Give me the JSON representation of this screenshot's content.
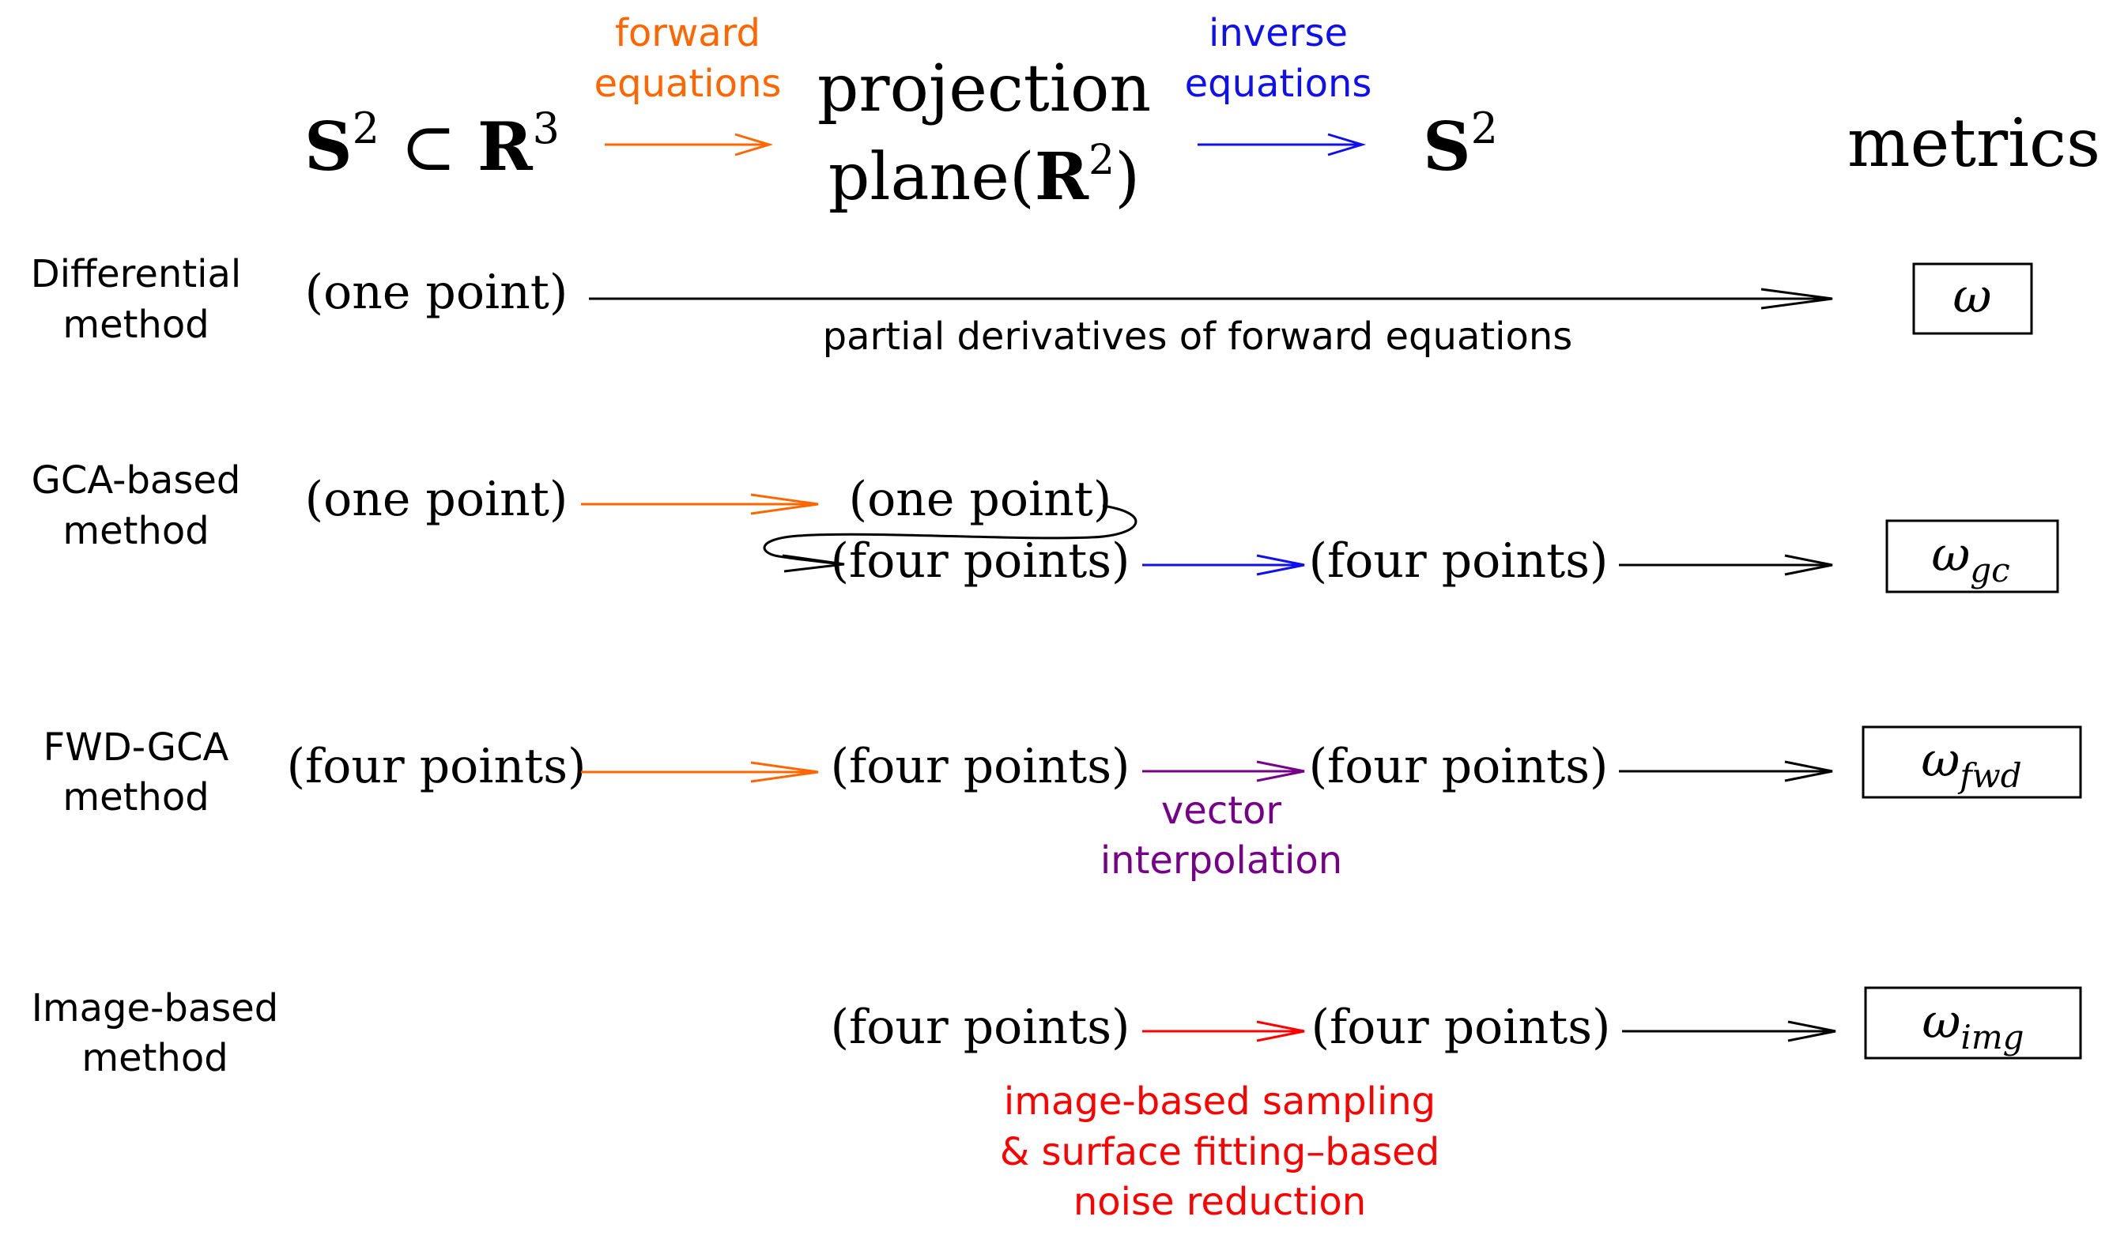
{
  "header": {
    "sphere_in_r3": {
      "s": "S",
      "s_exp": "2",
      "subset": "⊂",
      "r": "R",
      "r_exp": "3"
    },
    "forward": {
      "line1": "forward",
      "line2": "equations"
    },
    "projection": {
      "line1": "projection",
      "line2_a": "plane(",
      "line2_r": "R",
      "line2_exp": "2",
      "line2_b": ")"
    },
    "inverse": {
      "line1": "inverse",
      "line2": "equations"
    },
    "sphere": {
      "s": "S",
      "s_exp": "2"
    },
    "metrics": "metrics"
  },
  "rows": {
    "differential": {
      "label1": "Differential",
      "label2": "method",
      "input": "(one point)",
      "arrow_label": "partial derivatives of forward equations",
      "metric": {
        "base": "ω",
        "sub": ""
      }
    },
    "gca": {
      "label1": "GCA-based",
      "label2": "method",
      "input": "(one point)",
      "mid_top": "(one point)",
      "mid_bottom": "(four points)",
      "right": "(four points)",
      "metric": {
        "base": "ω",
        "sub": "gc"
      }
    },
    "fwd_gca": {
      "label1": "FWD-GCA",
      "label2": "method",
      "input": "(four points)",
      "mid": "(four points)",
      "right": "(four points)",
      "arrow_label1": "vector",
      "arrow_label2": "interpolation",
      "metric": {
        "base": "ω",
        "sub": "fwd"
      }
    },
    "image": {
      "label1": "Image-based",
      "label2": "method",
      "mid": "(four points)",
      "right": "(four points)",
      "arrow_label1": "image-based sampling",
      "arrow_label2": "& surface fitting–based",
      "arrow_label3": "noise reduction",
      "metric": {
        "base": "ω",
        "sub": "img"
      }
    }
  },
  "colors": {
    "forward": "#ff6600",
    "inverse": "#1010ee",
    "vector": "#770088",
    "image": "#ff0000",
    "ink": "#000000"
  }
}
